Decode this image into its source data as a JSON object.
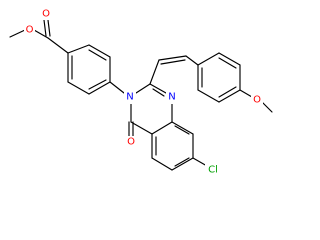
{
  "molecule": {
    "atoms": {
      "ester_methoxy_o": {
        "text": "O",
        "color": "#ff0000"
      },
      "ester_carbonyl_o": {
        "text": "O",
        "color": "#ff0000"
      },
      "ring_n3": {
        "text": "N",
        "color": "#0000ff"
      },
      "ring_n1": {
        "text": "N",
        "color": "#0000ff"
      },
      "quinazolinone_o": {
        "text": "O",
        "color": "#ff0000"
      },
      "aryl_ether_o": {
        "text": "O",
        "color": "#ff0000"
      },
      "chlorine": {
        "text": "Cl",
        "color": "#00a000"
      }
    },
    "bond_color": "#000000"
  }
}
